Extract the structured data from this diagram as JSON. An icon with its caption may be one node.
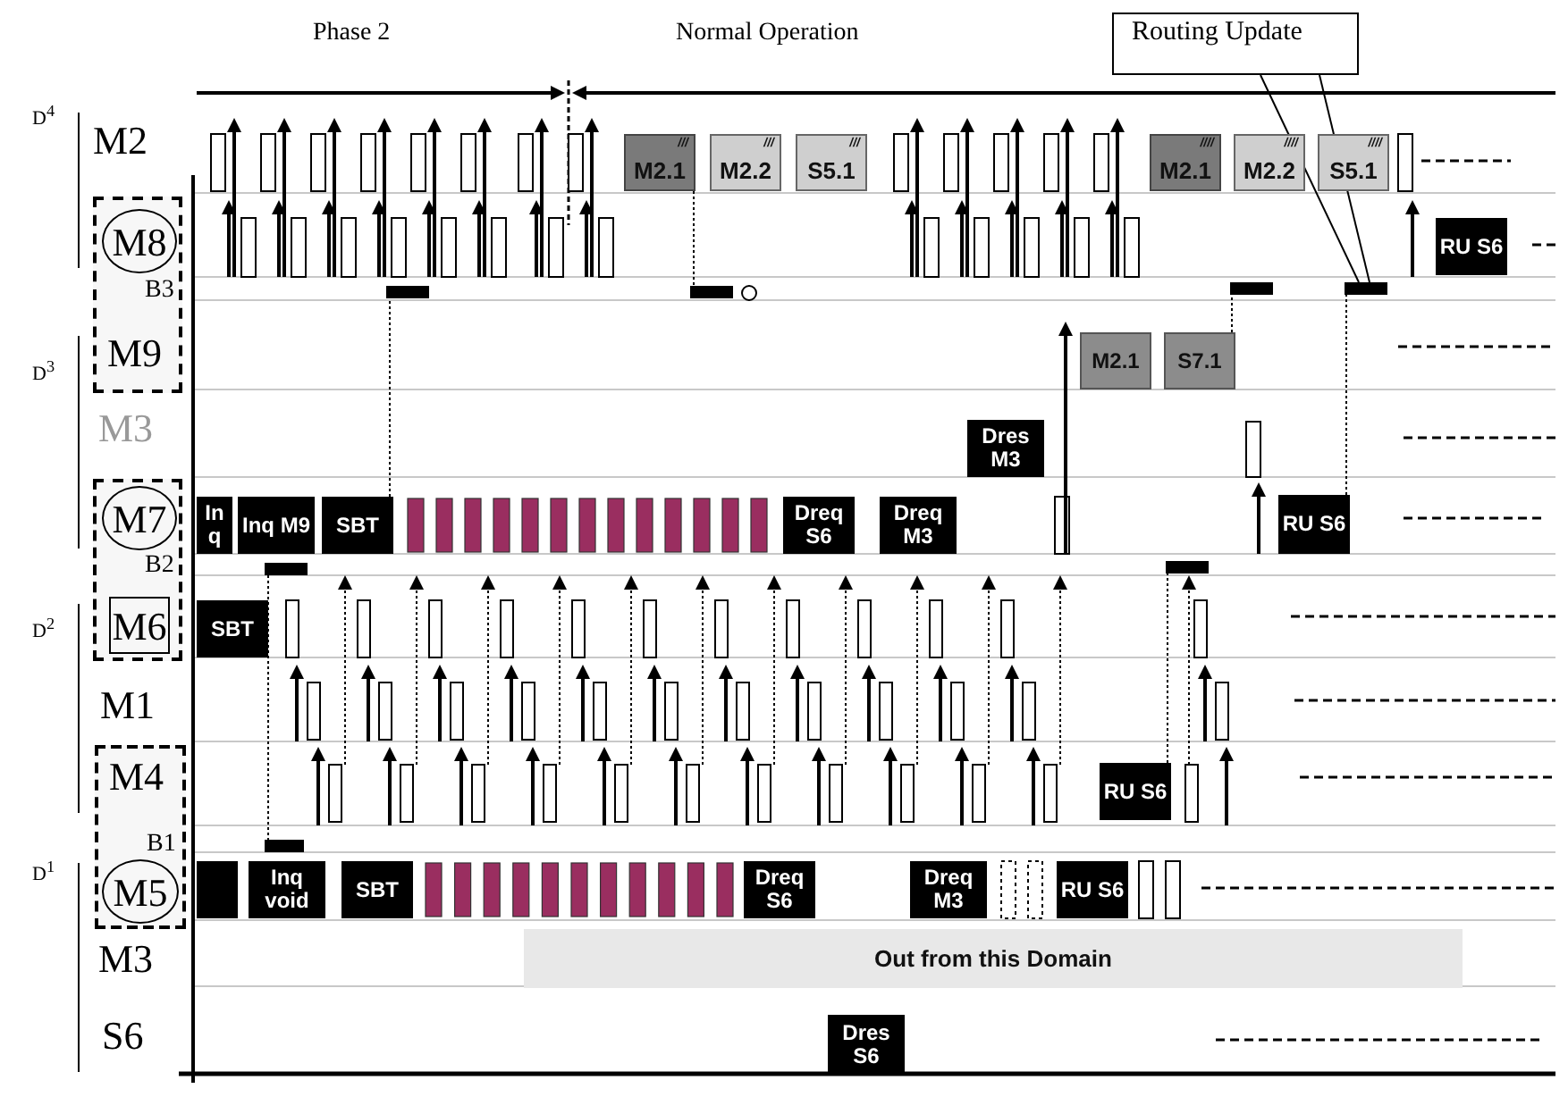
{
  "diagram": {
    "nodes": [
      {
        "text": [
          "Routing Update"
        ]
      },
      {
        "text": [
          "///",
          "M2.1"
        ]
      },
      {
        "text": [
          "///",
          "M2.2"
        ]
      },
      {
        "text": [
          "///",
          "S5.1"
        ]
      },
      {
        "text": [
          "////",
          "M2.1"
        ]
      },
      {
        "text": [
          "////",
          "M2.2"
        ]
      },
      {
        "text": [
          "////",
          "S5.1"
        ]
      },
      {
        "text": [
          "B3",
          "M9"
        ]
      },
      {
        "text": [
          "M8"
        ],
        "in": 7
      },
      {
        "text": [
          "RU S6"
        ]
      },
      {
        "text": [],
        "shape": "bar"
      },
      {
        "text": [],
        "shape": "bar"
      },
      {
        "text": [],
        "shape": "bar"
      },
      {
        "text": [],
        "shape": "bar"
      },
      {
        "text": [
          "M2.1"
        ]
      },
      {
        "text": [
          "S7.1"
        ]
      },
      {
        "text": [
          "Dres M3"
        ]
      },
      {
        "text": [
          "B2"
        ]
      },
      {
        "text": [
          "M7"
        ],
        "in": 17
      },
      {
        "text": [
          "M6"
        ],
        "in": 17
      },
      {
        "text": [
          "In q"
        ]
      },
      {
        "text": [
          "Inq M9"
        ]
      },
      {
        "text": [
          "SBT"
        ]
      },
      {
        "text": [
          "Dreq S6"
        ]
      },
      {
        "text": [
          "Dreq M3"
        ]
      },
      {
        "text": [
          "RU S6"
        ]
      },
      {
        "text": [],
        "shape": "bar"
      },
      {
        "text": [],
        "shape": "bar"
      },
      {
        "text": [
          "SBT"
        ]
      },
      {
        "text": [
          "M4",
          "B1"
        ]
      },
      {
        "text": [
          "M5"
        ],
        "in": 29
      },
      {
        "text": [
          "RU S6"
        ]
      },
      {
        "text": [],
        "shape": "bar"
      },
      {
        "text": [],
        "shape": "box"
      },
      {
        "text": [
          "Inq void"
        ]
      },
      {
        "text": [
          "SBT"
        ]
      },
      {
        "text": [
          "Dreq S6"
        ]
      },
      {
        "text": [
          "Dreq M3"
        ]
      },
      {
        "text": [
          "RU S6"
        ]
      },
      {
        "text": [
          "Out from this Domain"
        ]
      },
      {
        "text": [
          "Dres S6"
        ]
      }
    ],
    "edges": [
      {
        "from": 22,
        "to": 10,
        "arrow": "none",
        "style": "dashed"
      },
      {
        "from": 1,
        "to": 11,
        "arrow": "none",
        "style": "dashed"
      },
      {
        "from": 15,
        "to": 12,
        "arrow": "none",
        "style": "dashed"
      },
      {
        "from": 25,
        "to": 13,
        "arrow": "none",
        "style": "dashed"
      },
      {
        "from": 26,
        "to": 32,
        "arrow": "none",
        "style": "dashed"
      },
      {
        "from": 31,
        "to": 27,
        "arrow": "none",
        "style": "dashed"
      },
      {
        "from": 0,
        "to": 13,
        "arrow": "none"
      },
      {
        "from": 0,
        "to": 13,
        "arrow": "none"
      }
    ],
    "labels": [
      "Phase 2",
      "Normal Operation",
      "D$^{4}$",
      "M2",
      "D$^{3}$",
      "M3",
      "D$^{2}$",
      "M1",
      "D$^{1}$",
      "M3",
      "S6"
    ]
  }
}
